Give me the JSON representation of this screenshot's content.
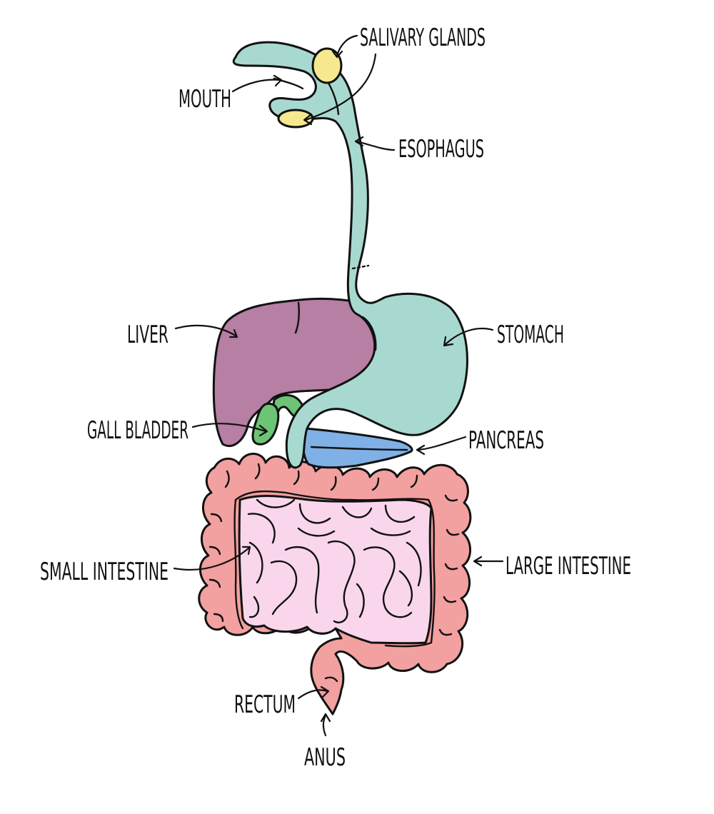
{
  "labels": {
    "salivary_glands": "SALIVARY GLANDS",
    "mouth": "MOUTH",
    "esophagus": "ESOPHAGUS",
    "liver": "LIVER",
    "stomach": "STOMACH",
    "gall_bladder": "GALL BLADDER",
    "pancreas": "PANCREAS",
    "small_intestine": "SMALL INTESTINE",
    "large_intestine": "LARGE  INTESTINE",
    "rectum": "RECTUM",
    "anus": "ANUS"
  },
  "colors": {
    "oral_tract": "#a8d9d0",
    "salivary": "#f5e88e",
    "liver": "#b67fa3",
    "gall_bladder": "#6cc474",
    "pancreas": "#7fb0e6",
    "large_intestine": "#f3a0a0",
    "small_intestine": "#f9d6ec",
    "outline": "#111111"
  }
}
